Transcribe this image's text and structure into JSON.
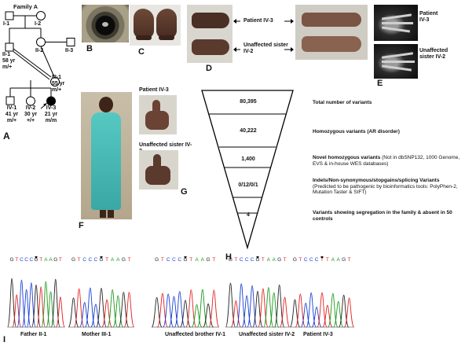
{
  "panels": {
    "A": "A",
    "B": "B",
    "C": "C",
    "D": "D",
    "E": "E",
    "F": "F",
    "G": "G",
    "H": "H",
    "I": "I"
  },
  "pedigree": {
    "family": "Family A",
    "I1": "I-1",
    "I2": "I-2",
    "II1_id": "II-1",
    "II1_age": "58 yr",
    "II1_gt": "m/+",
    "II2": "II-2",
    "II3": "II-3",
    "III1_id": "III-1",
    "III1_age": "55 yr",
    "III1_gt": "m/+",
    "IV1_id": "IV-1",
    "IV1_age": "41 yr",
    "IV1_gt": "m/+",
    "IV2_id": "IV-2",
    "IV2_age": "30 yr",
    "IV2_gt": "+/+",
    "IV3_id": "IV-3",
    "IV3_age": "21 yr",
    "IV3_gt": "m/m"
  },
  "panelD": {
    "patient": "Patient IV-3",
    "sister": "Unaffected sister IV-2"
  },
  "panelE": {
    "patient_l1": "Patient",
    "patient_l2": "IV-3",
    "sister_l1": "Unaffected",
    "sister_l2": "sister IV-2"
  },
  "panelG": {
    "patient": "Patient IV-3",
    "sister": "Unaffected sister IV-2"
  },
  "funnel": {
    "levels": [
      "80,395",
      "40,222",
      "1,400",
      "0/12/0/1",
      "4"
    ],
    "desc1": "Total number of variants",
    "desc2": "Homozygous variants (AR disorder)",
    "desc3_bold": "Novel homozygous variants",
    "desc3_rest": " (Not in dbSNP132, 1000 Genome, EVS & in-house WES databases)",
    "desc4_bold": "Indels/Non-synonymous/stopgains/splicing Variants",
    "desc4_rest": " (Predicted to be  pathogenic by bioinformatics tools: PolyPhen-2, Mutation Taster & SIFT)",
    "desc5": "Variants showing segregation in the family & absent in 50 controls"
  },
  "chromatograms": [
    {
      "seq": [
        "G",
        "T",
        "C",
        "C",
        "C",
        "G",
        "T",
        "A",
        "A",
        "G",
        "T"
      ],
      "label": "Father II-1"
    },
    {
      "seq": [
        "G",
        "T",
        "C",
        "C",
        "C",
        "G",
        "T",
        "A",
        "A",
        "G",
        "T"
      ],
      "label": "Mother III-1"
    },
    {
      "seq": [
        "G",
        "T",
        "C",
        "C",
        "C",
        "G",
        "T",
        "A",
        "A",
        "G",
        "T"
      ],
      "label": "Unaffected brother IV-1"
    },
    {
      "seq": [
        "G",
        "T",
        "C",
        "C",
        "C",
        "G",
        "T",
        "A",
        "A",
        "G",
        "T"
      ],
      "label": "Unaffected sister IV-2"
    },
    {
      "seq": [
        "G",
        "T",
        "C",
        "C",
        "C",
        "T",
        "T",
        "A",
        "A",
        "G",
        "T"
      ],
      "label": "Patient IV-3"
    }
  ],
  "base_colors": {
    "G": "#222222",
    "T": "#e02020",
    "C": "#1a3fd0",
    "A": "#1a9a1a"
  }
}
